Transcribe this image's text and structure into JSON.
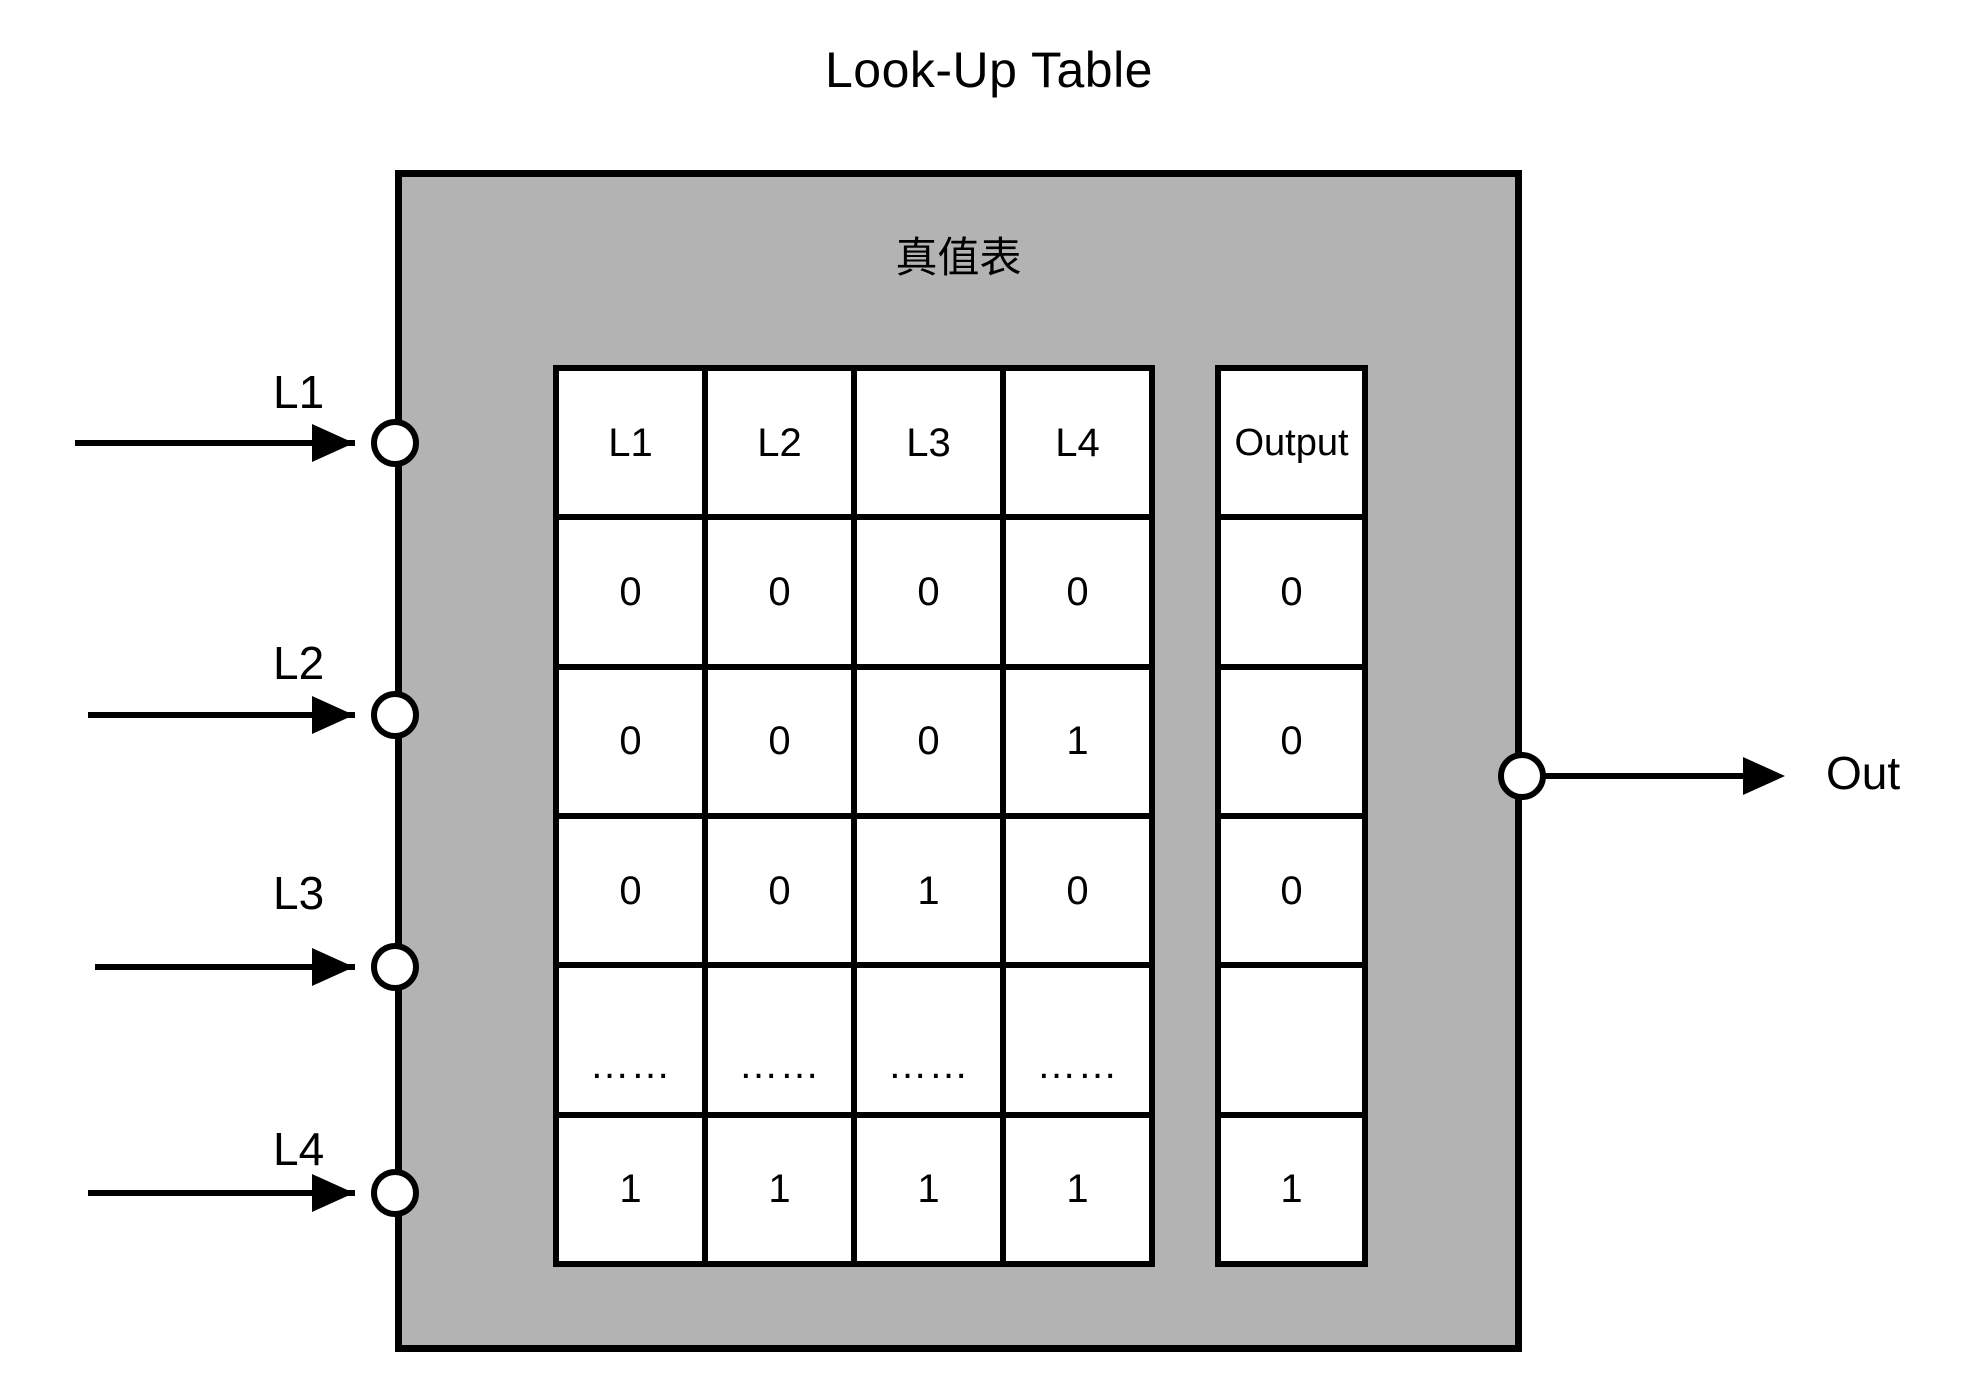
{
  "title": "Look-Up Table",
  "lut": {
    "caption": "真值表",
    "fill_color": "#b3b3b3",
    "border_color": "#000000"
  },
  "truth_table": {
    "input_headers": [
      "L1",
      "L2",
      "L3",
      "L4"
    ],
    "output_header": "Output",
    "rows": [
      {
        "inputs": [
          "0",
          "0",
          "0",
          "0"
        ],
        "output": "0"
      },
      {
        "inputs": [
          "0",
          "0",
          "0",
          "1"
        ],
        "output": "0"
      },
      {
        "inputs": [
          "0",
          "0",
          "1",
          "0"
        ],
        "output": "0"
      },
      {
        "inputs": [
          "……",
          "……",
          "……",
          "……"
        ],
        "output": ""
      },
      {
        "inputs": [
          "1",
          "1",
          "1",
          "1"
        ],
        "output": "1"
      }
    ]
  },
  "inputs": [
    {
      "label": "L1",
      "pin": "input-pin-l1"
    },
    {
      "label": "L2",
      "pin": "input-pin-l2"
    },
    {
      "label": "L3",
      "pin": "input-pin-l3"
    },
    {
      "label": "L4",
      "pin": "input-pin-l4"
    }
  ],
  "output": {
    "label": "Out",
    "pin": "output-pin-out"
  },
  "icons": {
    "input_arrow": "arrow-right-icon",
    "output_arrow": "arrow-right-icon",
    "pin": "circle-pin-icon"
  }
}
